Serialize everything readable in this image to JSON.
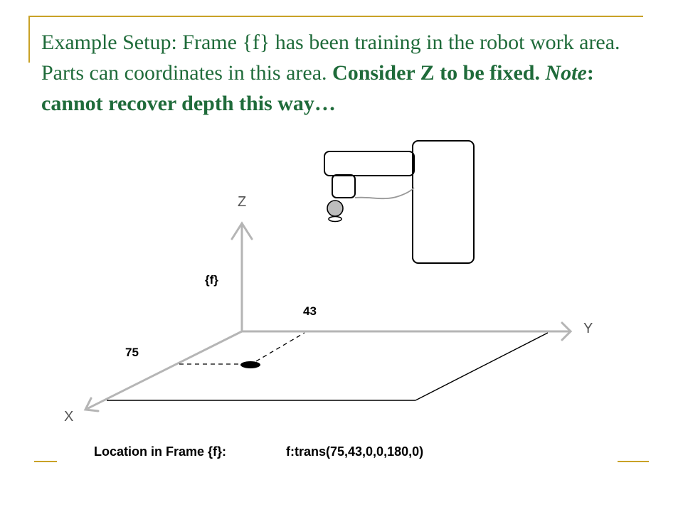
{
  "title": {
    "part1": "Example Setup: Frame {f} has been training in the robot work area. Parts can coordinates in this area. ",
    "bold1": "Consider Z to be fixed. ",
    "italic_bold": "Note",
    "bold2": ": cannot recover depth this way…"
  },
  "diagram": {
    "axis_z_label": "Z",
    "axis_y_label": "Y",
    "axis_x_label": "X",
    "frame_label": "{f}",
    "y_offset_value": "43",
    "x_offset_value": "75",
    "location_caption": "Location in Frame {f}:",
    "location_value": "f:trans(75,43,0,0,180,0)"
  },
  "colors": {
    "title_text": "#1f6b3a",
    "accent_gold": "#c9a227",
    "axis_gray": "#b5b5b5",
    "label_gray": "#555555"
  }
}
